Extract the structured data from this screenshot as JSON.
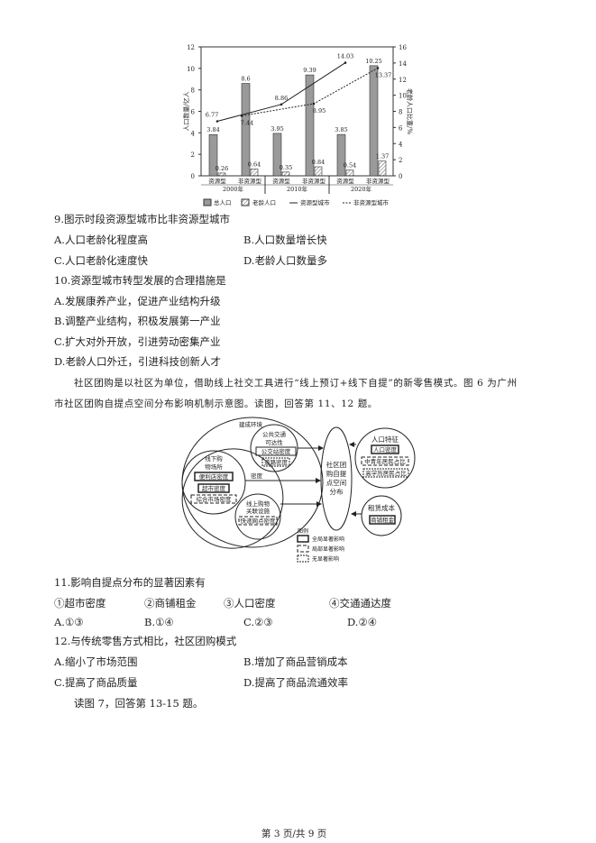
{
  "chart_data": {
    "type": "bar+line",
    "ylabel": "人口数量/亿人",
    "y2label": "老龄人口比重/%",
    "ylim": [
      0,
      12
    ],
    "y2lim": [
      0,
      16
    ],
    "yticks": [
      0,
      2,
      4,
      6,
      8,
      10,
      12
    ],
    "y2ticks": [
      0,
      2,
      4,
      6,
      8,
      10,
      12,
      14,
      16
    ],
    "years": [
      "2000年",
      "2010年",
      "2020年"
    ],
    "types": [
      "资源型",
      "非资源型"
    ],
    "bars": {
      "total": {
        "name": "总人口",
        "values": [
          [
            3.84,
            8.6
          ],
          [
            3.95,
            9.39
          ],
          [
            3.85,
            10.25
          ]
        ]
      },
      "elderly": {
        "name": "老龄人口",
        "values": [
          [
            0.26,
            0.64
          ],
          [
            0.35,
            0.84
          ],
          [
            0.54,
            1.37
          ]
        ]
      }
    },
    "lines": [
      {
        "name": "资源型城市",
        "style": "solid",
        "values": [
          6.77,
          8.86,
          14.03
        ]
      },
      {
        "name": "非资源型城市",
        "style": "dashed",
        "values": [
          7.44,
          8.95,
          13.37
        ]
      }
    ],
    "legend": [
      "总人口",
      "老龄人口",
      "资源型城市",
      "非资源型城市"
    ],
    "legend_position": "bottom"
  },
  "questions": {
    "q9": {
      "stem": "9.图示时段资源型城市比非资源型城市",
      "A": "A.人口老龄化程度高",
      "B": "B.人口数量增长快",
      "C": "C.人口老龄化速度快",
      "D": "D.老龄人口数量多"
    },
    "q10": {
      "stem": "10.资源型城市转型发展的合理措施是",
      "A": "A.发展康养产业，促进产业结构升级",
      "B": "B.调整产业结构，积极发展第一产业",
      "C": "C.扩大对外开放，引进劳动密集产业",
      "D": "D.老龄人口外迁，引进科技创新人才"
    },
    "intro": {
      "line1": "社区团购是以社区为单位，借助线上社交工具进行“线上预订+线下自提”的新零售模式。图 6 为广州",
      "line2": "市社区团购自提点空间分布影响机制示意图。读图，回答第 11、12 题。"
    },
    "q11": {
      "stem": "11.影响自提点分布的显著因素有",
      "items": [
        "①超市密度",
        "②商铺租金",
        "③人口密度",
        "④交通通达度"
      ],
      "A": "A.①③",
      "B": "B.①④",
      "C": "C.②③",
      "D": "D.②④"
    },
    "q12": {
      "stem": "12.与传统零售方式相比，社区团购模式",
      "A": "A.缩小了市场范围",
      "B": "B.增加了商品营销成本",
      "C": "C.提高了商品质量",
      "D": "D.提高了商品流通效率"
    },
    "next": "读图 7，回答第 13-15 题。"
  },
  "diagram": {
    "built_env": "建成环境",
    "transit": [
      "公共交通",
      "可达性"
    ],
    "bus_density": "公交站密度",
    "road_density": "道路密度",
    "offline": [
      "线下购",
      "物场所"
    ],
    "conv_density": "便利店密度",
    "super_density": "超市密度",
    "market_density": "综合市场密度",
    "density": "密度",
    "online": [
      "线上购物",
      "关联设施"
    ],
    "express_density": "快递网点密度",
    "center": [
      "社区团",
      "购自提",
      "点空间",
      "分布"
    ],
    "pop": "人口特征",
    "pop_density": "人口密度",
    "youth_ratio": "中青年居民占比",
    "edu_ratio": "高学历居民占比",
    "rent": "租赁成本",
    "shop_rent": "商铺租金",
    "legend_title": "图例",
    "legend": [
      "全局显著影响",
      "局部显著影响",
      "无显著影响"
    ]
  },
  "footer": "第 3 页/共 9 页"
}
